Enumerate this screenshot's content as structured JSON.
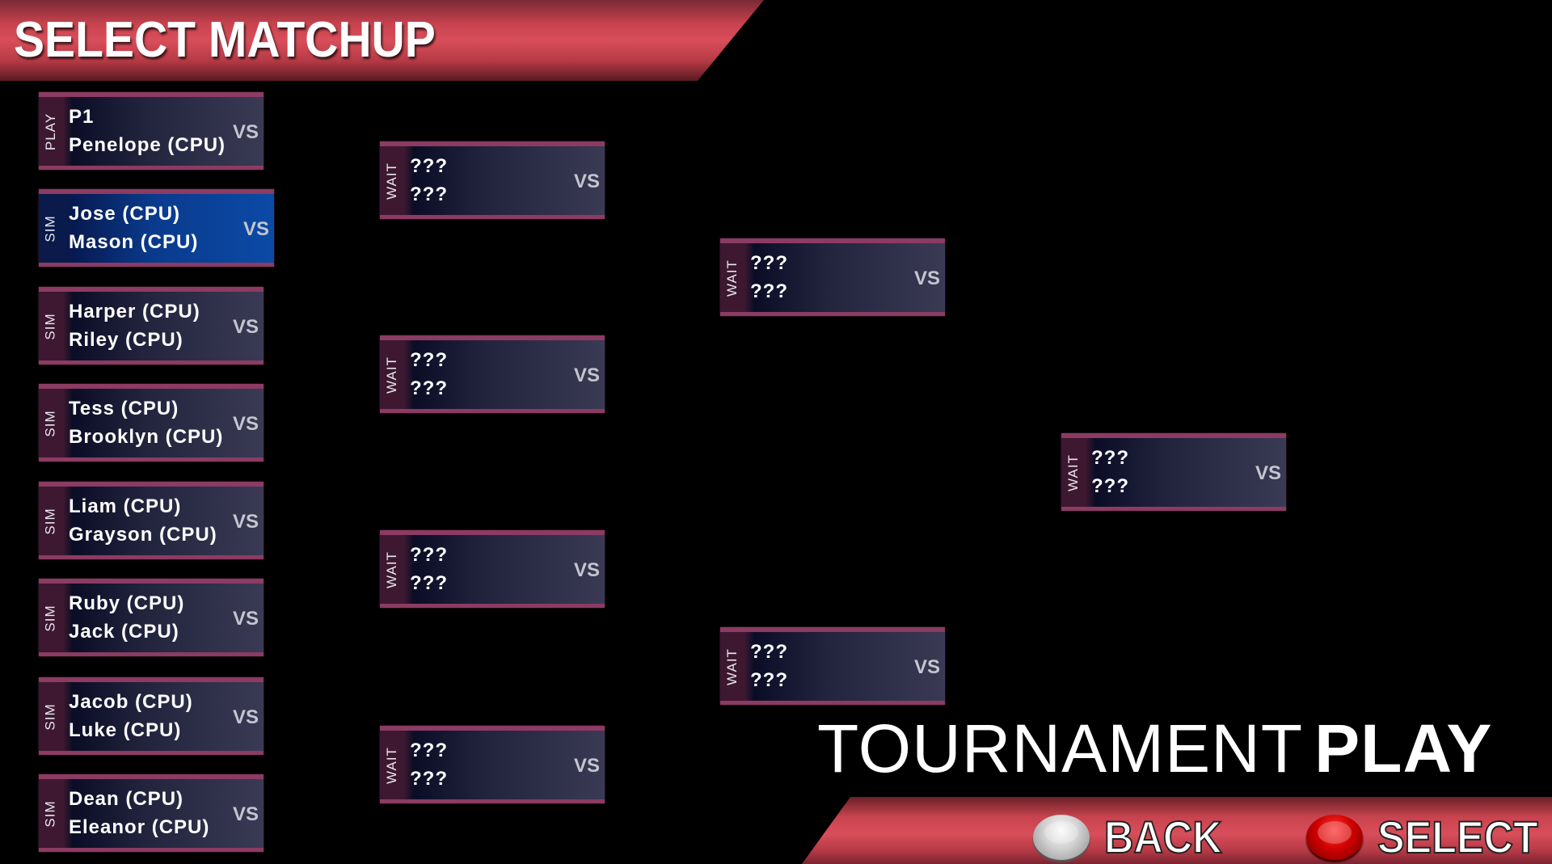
{
  "header": {
    "title": "SELECT MATCHUP"
  },
  "vs_label": "VS",
  "bracket": {
    "round1": [
      {
        "status": "PLAY",
        "p1": "P1",
        "p2": "Penelope (CPU)",
        "selected": false
      },
      {
        "status": "SIM",
        "p1": "Jose (CPU)",
        "p2": "Mason (CPU)",
        "selected": true
      },
      {
        "status": "SIM",
        "p1": "Harper (CPU)",
        "p2": "Riley (CPU)",
        "selected": false
      },
      {
        "status": "SIM",
        "p1": "Tess (CPU)",
        "p2": "Brooklyn (CPU)",
        "selected": false
      },
      {
        "status": "SIM",
        "p1": "Liam (CPU)",
        "p2": "Grayson (CPU)",
        "selected": false
      },
      {
        "status": "SIM",
        "p1": "Ruby (CPU)",
        "p2": "Jack (CPU)",
        "selected": false
      },
      {
        "status": "SIM",
        "p1": "Jacob (CPU)",
        "p2": "Luke (CPU)",
        "selected": false
      },
      {
        "status": "SIM",
        "p1": "Dean (CPU)",
        "p2": "Eleanor (CPU)",
        "selected": false
      }
    ],
    "round2": [
      {
        "status": "WAIT",
        "p1": "???",
        "p2": "???"
      },
      {
        "status": "WAIT",
        "p1": "???",
        "p2": "???"
      },
      {
        "status": "WAIT",
        "p1": "???",
        "p2": "???"
      },
      {
        "status": "WAIT",
        "p1": "???",
        "p2": "???"
      }
    ],
    "round3": [
      {
        "status": "WAIT",
        "p1": "???",
        "p2": "???"
      },
      {
        "status": "WAIT",
        "p1": "???",
        "p2": "???"
      }
    ],
    "round4": [
      {
        "status": "WAIT",
        "p1": "???",
        "p2": "???"
      }
    ]
  },
  "brand": {
    "light": "TOURNAMENT",
    "bold": "PLAY"
  },
  "footer": {
    "back_label": "BACK",
    "select_label": "SELECT"
  },
  "colors": {
    "accent_red": "#d84e5a",
    "selected_blue": "#0b4aa6",
    "card_border": "#8c3b62"
  }
}
